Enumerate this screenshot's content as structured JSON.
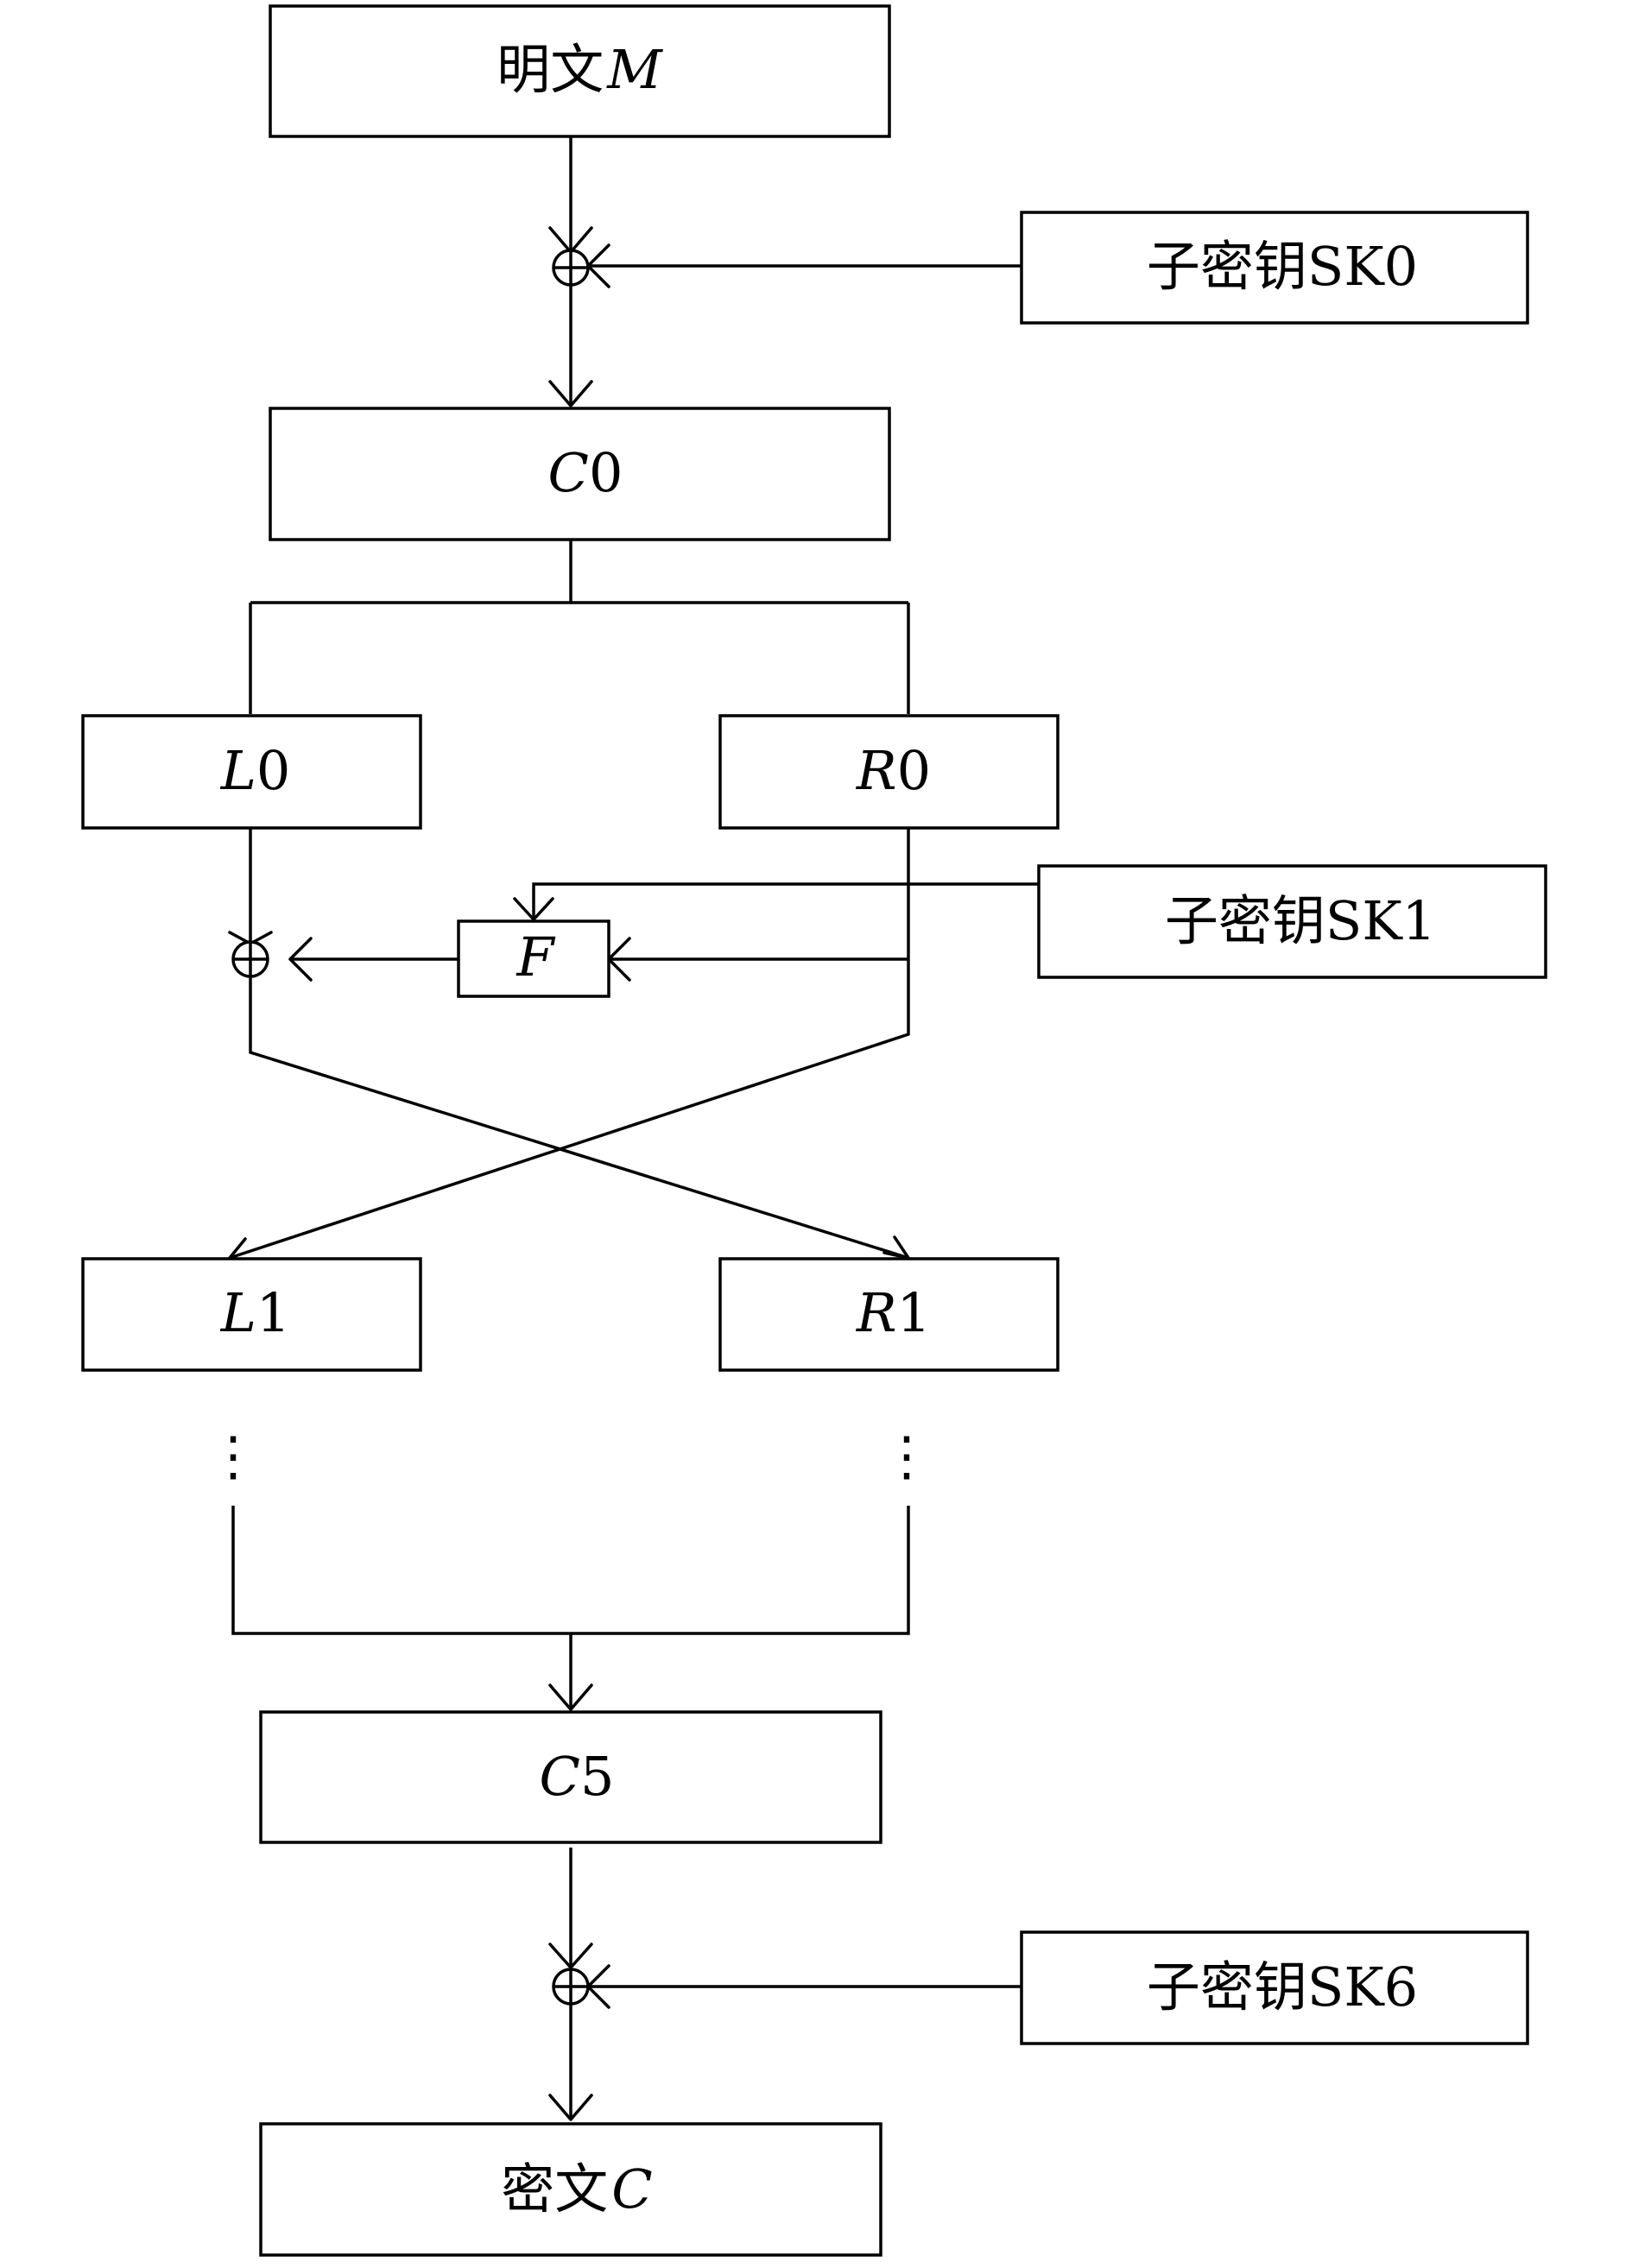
{
  "diagram": {
    "plaintext": {
      "cjk": "明文",
      "math": "M"
    },
    "key0": "子密钥SK0",
    "c0": {
      "math": "C",
      "num": "0"
    },
    "l0": {
      "math": "L",
      "num": "0"
    },
    "r0": {
      "math": "R",
      "num": "0"
    },
    "key1": "子密钥SK1",
    "f_box": "F",
    "l1": {
      "math": "L",
      "num": "1"
    },
    "r1": {
      "math": "R",
      "num": "1"
    },
    "c5": {
      "math": "C",
      "num": "5"
    },
    "key6": "子密钥SK6",
    "ciphertext": {
      "cjk": "密文",
      "math": "C"
    },
    "ellipsis": "⋮"
  }
}
